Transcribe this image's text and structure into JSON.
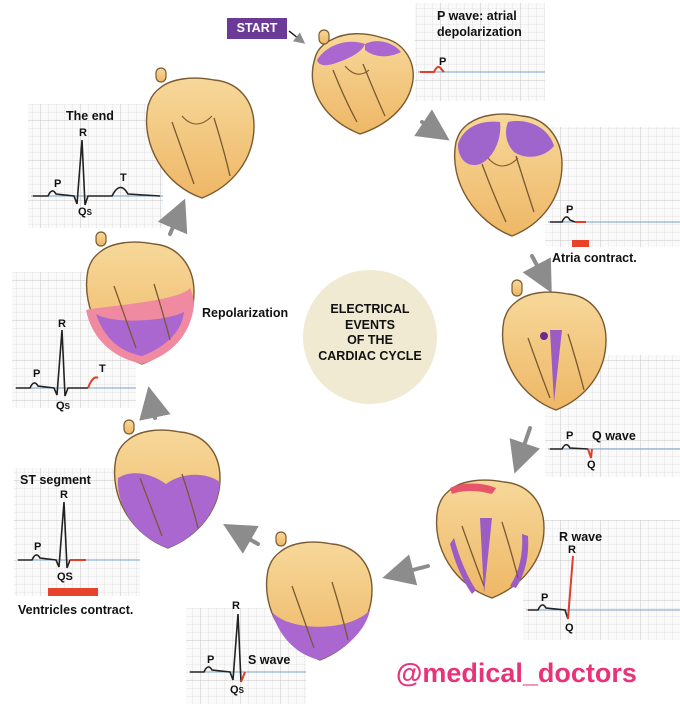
{
  "start": "START",
  "center": {
    "line1": "ELECTRICAL",
    "line2": "EVENTS",
    "line3": "OF THE",
    "line4": "CARDIAC CYCLE"
  },
  "stages": {
    "p_wave": {
      "label_line1": "P wave: atrial",
      "label_line2": "depolarization",
      "wave": "P"
    },
    "atria": {
      "label": "Atria contract.",
      "wave": "P"
    },
    "q_wave": {
      "label": "Q wave",
      "p": "P",
      "q": "Q"
    },
    "r_wave": {
      "label": "R wave",
      "r": "R",
      "p": "P",
      "q": "Q"
    },
    "s_wave": {
      "label": "S wave",
      "r": "R",
      "p": "P",
      "qs": "Q",
      "s": "S"
    },
    "st": {
      "label": "ST segment",
      "r": "R",
      "p": "P",
      "qs": "QS",
      "label2": "Ventricles contract."
    },
    "repol": {
      "label": "Repolarization",
      "r": "R",
      "p": "P",
      "t": "T",
      "q": "Q",
      "s": "S"
    },
    "end": {
      "label": "The end",
      "r": "R",
      "p": "P",
      "t": "T",
      "q": "Q",
      "s": "S"
    }
  },
  "watermark": "@medical_doctors",
  "colors": {
    "purple": "#9b5cc4",
    "heart": "#f2c27a",
    "red": "#e0402a",
    "grid": "#d6d6d6"
  }
}
